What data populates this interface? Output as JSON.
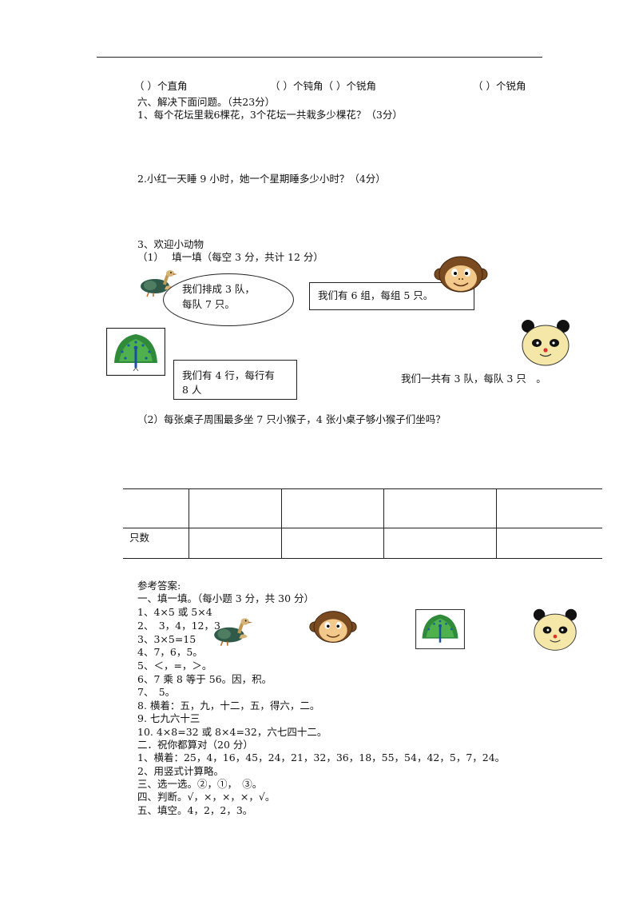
{
  "angles": {
    "right": "（    ）个直角",
    "obtuse_acute": "（    ）个钝角（  ）个锐角",
    "acute": "（    ）个锐角"
  },
  "section6": {
    "title": "六、解决下面问题。（共23分）",
    "q1": "1、每个花坛里栽6棵花，3个花坛一共栽多少棵花？（3分）",
    "q2": "2.小红一天睡 9 小时，她一个星期睡多少小时？（4分）",
    "q3_title": "3、欢迎小动物",
    "q3_sub1": "（1）　 填一填（每空 3 分，共计 12 分）",
    "bubble_duck_line1": "我们排成 3 队，",
    "bubble_duck_line2": "每队 7 只。",
    "box_monkey": "我们有 6 组，每组 5 只。",
    "box_peacock_line1": "我们有 4 行，每行有",
    "box_peacock_line2": "8 人",
    "panda_text": "我们一共有 3 队，每队 3 只　。",
    "q3_sub2": "（2）每张桌子周围最多坐 7 只小猴子，4 张小桌子够小猴子们坐吗？"
  },
  "table": {
    "row2_label": "只数"
  },
  "answers": {
    "title": "参考答案:",
    "lines": [
      "一、填一填。（每小题 3 分，共 30 分）",
      "1、4×5 或 5×4",
      "2、　3，4，12，3",
      "3、3×5=15",
      "4、7，6，5。",
      "5、＜，=，＞。",
      "6、7 乘 8 等于 56。因，积。",
      "7、　5。",
      "8. 横着：五，九，十二，五，得六，二。",
      "9. 七九六十三",
      "10. 4×8=32 或 8×4=32，六七四十二。",
      "二．祝你都算对（20 分）",
      "1、横着：25，4，16，45，24，21，32，36，18，55，54，42，5，7，24。",
      "2、用竖式计算略。",
      "三、选一选。②，①，　③。",
      "四、判断。√，×，×，×，√。",
      "五、填空。4，2，2，3。"
    ]
  }
}
